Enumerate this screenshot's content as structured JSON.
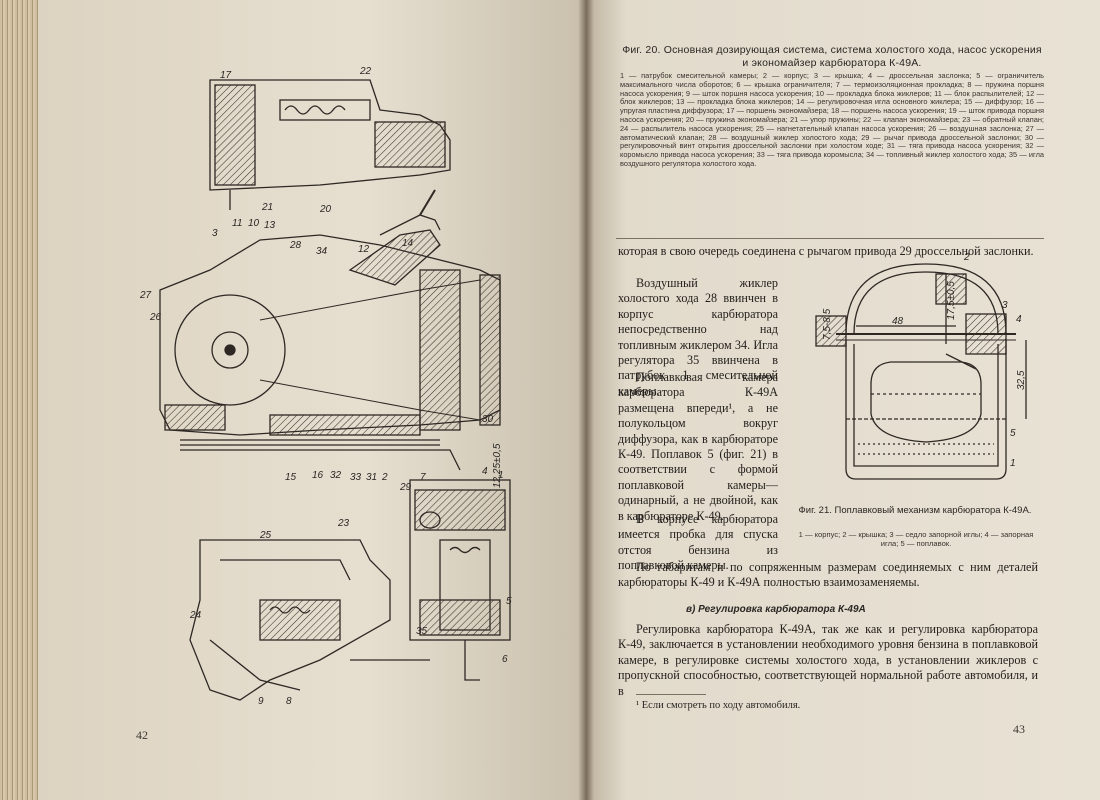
{
  "left_page": {
    "page_number": "42",
    "figure_callouts": [
      "17",
      "22",
      "21",
      "20",
      "3",
      "11",
      "10",
      "13",
      "28",
      "34",
      "12",
      "14",
      "27",
      "26",
      "15",
      "16",
      "32",
      "33",
      "31",
      "2",
      "29",
      "7",
      "30",
      "4",
      "1",
      "12,25±0,5",
      "25",
      "23",
      "24",
      "9",
      "8",
      "35",
      "6",
      "5"
    ]
  },
  "right_page": {
    "page_number": "43",
    "fig20_caption": "Фиг. 20. Основная дозирующая система, система холостого хода, насос ускорения и экономайзер карбюратора К-49А.",
    "fig20_legend": "1 — патрубок смесительной камеры; 2 — корпус; 3 — крышка; 4 — дроссельная заслонка; 5 — ограничитель максимального числа оборотов; 6 — крышка ограничителя; 7 — термоизоляционная прокладка; 8 — пружина поршня насоса ускорения; 9 — шток поршня насоса ускорения; 10 — прокладка блока жиклеров; 11 — блок распылителей; 12 — блок жиклеров; 13 — прокладка блока жиклеров; 14 — регулировочная игла основного жиклера; 15 — диффузор; 16 — упругая пластина диффузора; 17 — поршень экономайзера; 18 — поршень насоса ускорения; 19 — шток привода поршня насоса ускорения; 20 — пружина экономайзера; 21 — упор пружины; 22 — клапан экономайзера; 23 — обратный клапан; 24 — распылитель насоса ускорения; 25 — нагнетательный клапан насоса ускорения; 26 — воздушная заслонка; 27 — автоматический клапан; 28 — воздушный жиклер холостого хода; 29 — рычаг привода дроссельной заслонки; 30 — регулировочный винт открытия дроссельной заслонки при холостом ходе; 31 — тяга привода насоса ускорения; 32 — коромысло привода насоса ускорения; 33 — тяга привода коромысла; 34 — топливный жиклер холостого хода; 35 — игла воздушного регулятора холостого хода.",
    "text_top": "которая в свою очередь соединена с рычагом привода 29 дроссельной заслонки.",
    "text_col_p1": "Воздушный жиклер холостого хода 28 ввинчен в корпус карбюратора непосредственно над топливным жиклером 34. Игла регулятора 35 ввинчена в патрубок 1 смесительной камеры.",
    "text_col_p2": "Поплавковая камера карбюратора К-49А размещена впереди¹, а не полукольцом вокруг диффузора, как в карбюраторе К-49. Поплавок 5 (фиг. 21) в соответствии с формой поплавковой камеры—одинарный, а не двойной, как в карбюраторе К-49.",
    "text_col_p3": "В корпусе карбюратора имеется пробка для спуска отстоя бензина из поплавковой камеры.",
    "fig21_callouts": [
      "2",
      "7,5-8,5",
      "17,5±0,5",
      "48",
      "3",
      "4",
      "32,5",
      "5",
      "1"
    ],
    "fig21_caption": "Фиг. 21. Поплавковый механизм карбюратора К-49А.",
    "fig21_legend": "1 — корпус; 2 — крышка; 3 — седло запорной иглы; 4 — запорная игла; 5 — поплавок.",
    "text_full_p": "По габаритам и по сопряженным размерам соединяемых с ним деталей карбюраторы К-49 и К-49А полностью взаимозаменяемы.",
    "section_heading": "в) Регулировка карбюратора К-49А",
    "text_bottom": "Регулировка карбюратора К-49А, так же как и регулировка карбюратора К-49, заключается в установлении необходимого уровня бензина в поплавковой камере, в регулировке системы холостого хода, в установлении жиклеров с пропускной способностью, соответствующей нормальной работе автомобиля, и в",
    "footnote": "¹ Если смотреть по ходу автомобиля."
  }
}
